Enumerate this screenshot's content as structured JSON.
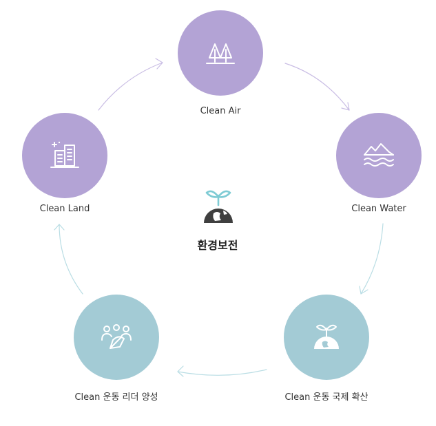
{
  "center": {
    "title": "환경보전",
    "icon": "sprout-globe-icon"
  },
  "nodes": [
    {
      "label": "Clean Air",
      "icon": "trees-icon",
      "color": "#b3a3d5"
    },
    {
      "label": "Clean Water",
      "icon": "waves-icon",
      "color": "#b3a3d5"
    },
    {
      "label": "Clean 운동 국제 확산",
      "icon": "sprout-globe-icon",
      "color": "#a3cbd5"
    },
    {
      "label": "Clean 운동 리더 양성",
      "icon": "people-leaf-icon",
      "color": "#a3cbd5"
    },
    {
      "label": "Clean Land",
      "icon": "building-icon",
      "color": "#b3a3d5"
    }
  ],
  "colors": {
    "purple": "#b3a3d5",
    "teal": "#a3cbd5",
    "purple_arrow": "#c9bde4",
    "teal_arrow": "#b9dde4"
  }
}
